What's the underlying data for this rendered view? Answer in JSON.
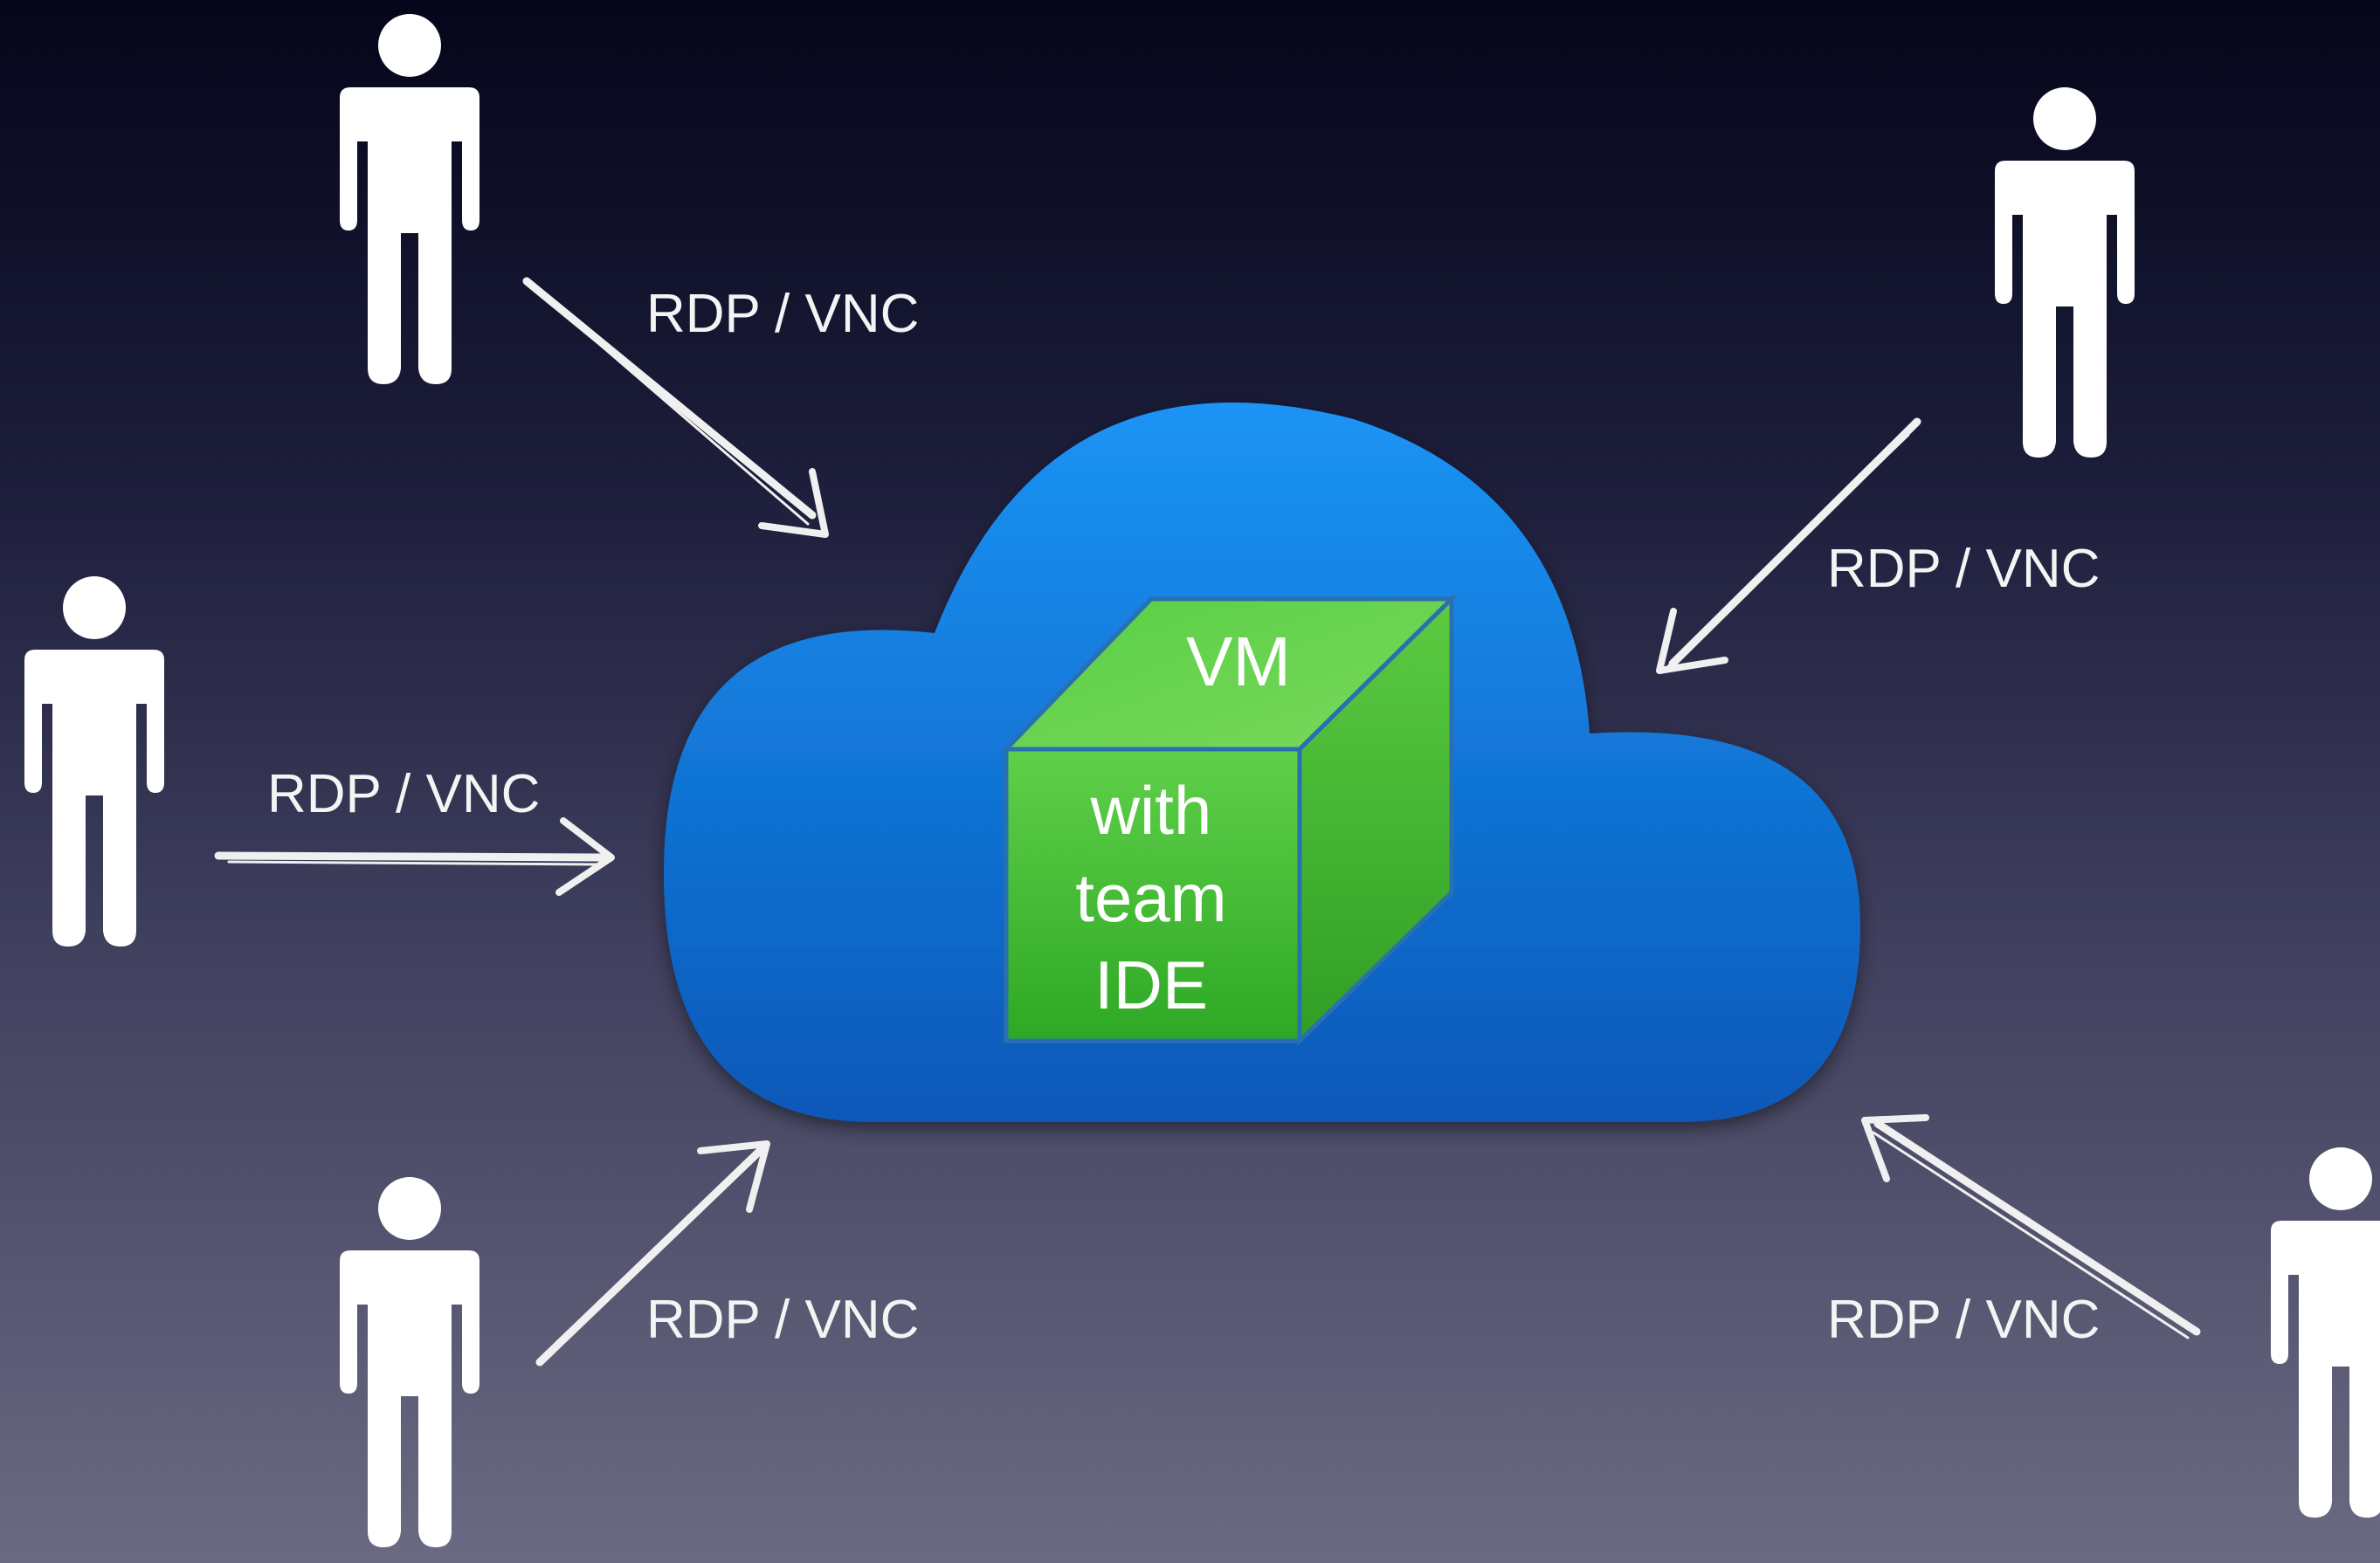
{
  "connection_label": "RDP / VNC",
  "cube": {
    "top_label": "VM",
    "front_lines": [
      "with",
      "team",
      "IDE"
    ]
  },
  "colors": {
    "cloud_top": "#1a8ff0",
    "cloud_bottom": "#0a5fc0",
    "cube_green": "#4cc63a",
    "cube_edge": "#1f5fa8",
    "figure": "#ffffff",
    "arrow": "#f2f2f2"
  },
  "users": [
    {
      "name": "user-top-left"
    },
    {
      "name": "user-top-right"
    },
    {
      "name": "user-middle-left"
    },
    {
      "name": "user-bottom-left"
    },
    {
      "name": "user-bottom-right"
    }
  ]
}
